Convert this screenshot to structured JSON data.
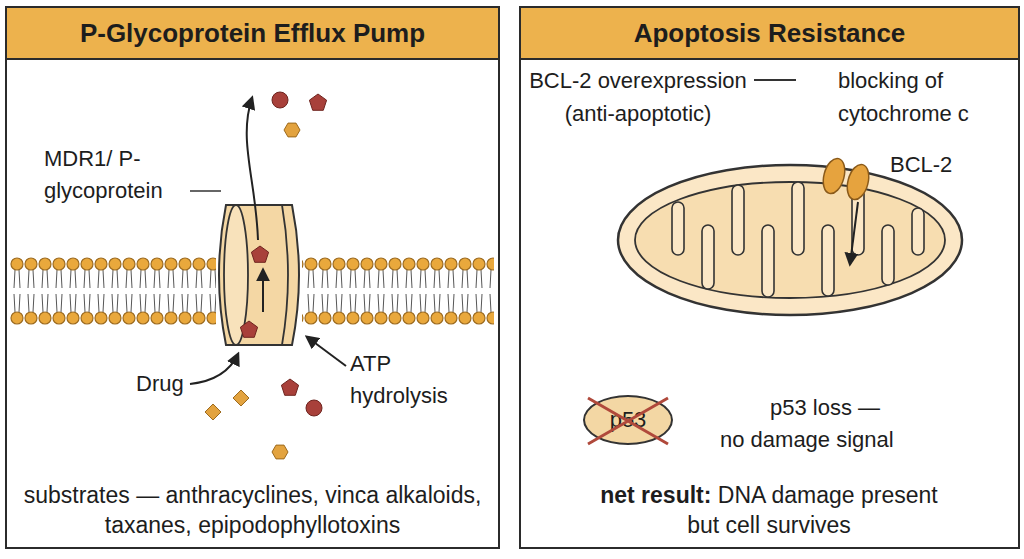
{
  "diagram": {
    "nodes": [
      {
        "text": [
          "P-Glycoprotein Efflux Pump",
          "substrates — anthracyclines, vinca alkaloids, taxanes, epipodophyllotoxins"
        ]
      },
      {
        "text": [
          "Apoptosis Resistance",
          "net result:",
          "DNA damage present but cell survives"
        ]
      },
      {
        "text": [
          "p53"
        ],
        "in": 1
      }
    ],
    "labels": [
      "MDR1/ P-glycoprotein",
      "Drug",
      "ATP hydrolysis",
      "BCL-2 overexpression (anti-apoptotic)",
      "blocking of cytochrome c",
      "BCL-2",
      "p53 loss — no damage signal"
    ]
  }
}
